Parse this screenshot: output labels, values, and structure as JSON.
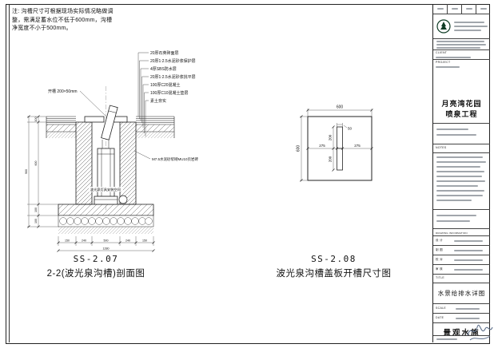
{
  "note": {
    "text": "注: 沟槽尺寸可根据现场实际情况略做调整，需满足蓄水位不低于600mm，沟槽净宽度不小于500mm。"
  },
  "section": {
    "code": "SS-2.07",
    "title": "2-2(波光泉沟槽)剖面图",
    "layers": [
      "20厚石英砖面层",
      "20厚1:2.5水泥砂浆保护层",
      "4厚SBS防水层",
      "20厚1:2.5水泥砂浆找平层",
      "100厚C20混凝土",
      "100厚C10混凝土垫层",
      "素土夯实"
    ],
    "slot_label": "开槽 200×50mm",
    "wall_note": "M7.5水泥砂浆砌MU10页岩砖",
    "cavity_note": "波光泉灯具安装空间",
    "dim_v": [
      "100",
      "600",
      "100",
      "100"
    ],
    "dim_v_total": "900",
    "dim_h": [
      "150",
      "240",
      "500",
      "240",
      "150"
    ],
    "dim_h_total": "1280"
  },
  "plan": {
    "code": "SS-2.08",
    "title": "波光泉沟槽盖板开槽尺寸图",
    "dim_w": "600",
    "dim_h": "600",
    "dim_left": "275",
    "dim_right": "275",
    "dim_slot_w": "50",
    "dim_slot_h1": "200",
    "dim_slot_h2": "200"
  },
  "tb": {
    "client_label": "CLIENT",
    "project_label": "PROJECT",
    "notes_label": "NOTES",
    "info_label": "DRAWING INFORMATION",
    "info_rows": [
      "设 计",
      "制 图",
      "校 对",
      "审 核"
    ],
    "title_label": "TITLE",
    "scale_label": "SCALE",
    "date_label": "DATE",
    "project_name_1": "月亮湾花园",
    "project_name_2": "喷泉工程",
    "drawing_title": "水景给排水详图",
    "category": "景观水施"
  }
}
